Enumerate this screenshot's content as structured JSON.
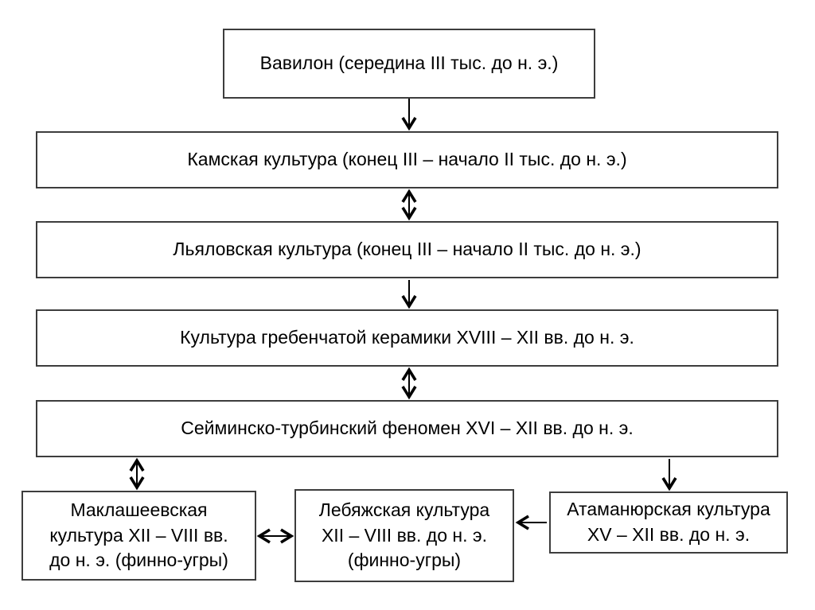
{
  "diagram": {
    "nodes": [
      {
        "id": "babylon",
        "label": "Вавилон (середина III тыс. до н. э.)"
      },
      {
        "id": "kamskaya",
        "label": "Камская культура (конец III – начало II тыс. до н. э.)"
      },
      {
        "id": "lyalovskaya",
        "label": "Льяловская культура (конец III – начало II тыс. до н. э.)"
      },
      {
        "id": "grebenchataya",
        "label": "Культура гребенчатой керамики XVIII – XII вв. до н. э."
      },
      {
        "id": "seyminsko",
        "label": "Сейминско-турбинский феномен XVI – XII вв. до н. э."
      },
      {
        "id": "maklasheevskaya",
        "label": "Маклашеевская\nкультура XII – VIII вв.\nдо н. э. (финно-угры)"
      },
      {
        "id": "lebyazhskaya",
        "label": "Лебяжская культура\nXII – VIII вв. до н. э.\n(финно-угры)"
      },
      {
        "id": "atamanyurskaya",
        "label": "Атаманюрская культура\nXV – XII вв. до н. э."
      }
    ],
    "edges": [
      {
        "from": "babylon",
        "to": "kamskaya",
        "type": "single"
      },
      {
        "from": "kamskaya",
        "to": "lyalovskaya",
        "type": "double"
      },
      {
        "from": "lyalovskaya",
        "to": "grebenchataya",
        "type": "single"
      },
      {
        "from": "grebenchataya",
        "to": "seyminsko",
        "type": "double"
      },
      {
        "from": "seyminsko",
        "to": "maklasheevskaya",
        "type": "double"
      },
      {
        "from": "seyminsko",
        "to": "atamanyurskaya",
        "type": "single"
      },
      {
        "from": "maklasheevskaya",
        "to": "lebyazhskaya",
        "type": "double"
      },
      {
        "from": "atamanyurskaya",
        "to": "lebyazhskaya",
        "type": "single"
      }
    ]
  },
  "colors": {
    "background": "#ffffff",
    "border": "#3d3d3d",
    "arrow": "#000000",
    "text": "#000000"
  }
}
